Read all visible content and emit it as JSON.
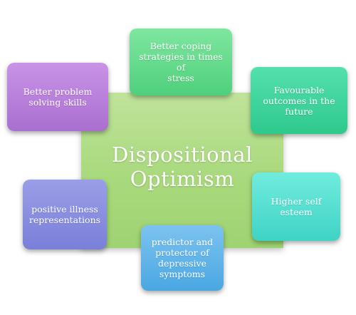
{
  "center": {
    "line1": "Dispositional",
    "line2": "Optimism"
  },
  "nodes": {
    "top": "Better coping\nstrategies in times of\nstress",
    "left_top": "Better problem\nsolving skills",
    "right_top": "Favourable\noutcomes in the\nfuture",
    "right_bottom": "Higher self\nesteem",
    "left_bottom": "positive illness\nrepresentations",
    "bottom": "predictor and\nprotector of\ndepressive\nsymptoms"
  },
  "colors": {
    "center": "#a9d97d",
    "top": "#4fd07c",
    "left_top": "#a96fd0",
    "right_top": "#2ec98d",
    "right_bottom": "#3fd3c6",
    "left_bottom": "#7a7fd8",
    "bottom": "#4aa7e3"
  }
}
